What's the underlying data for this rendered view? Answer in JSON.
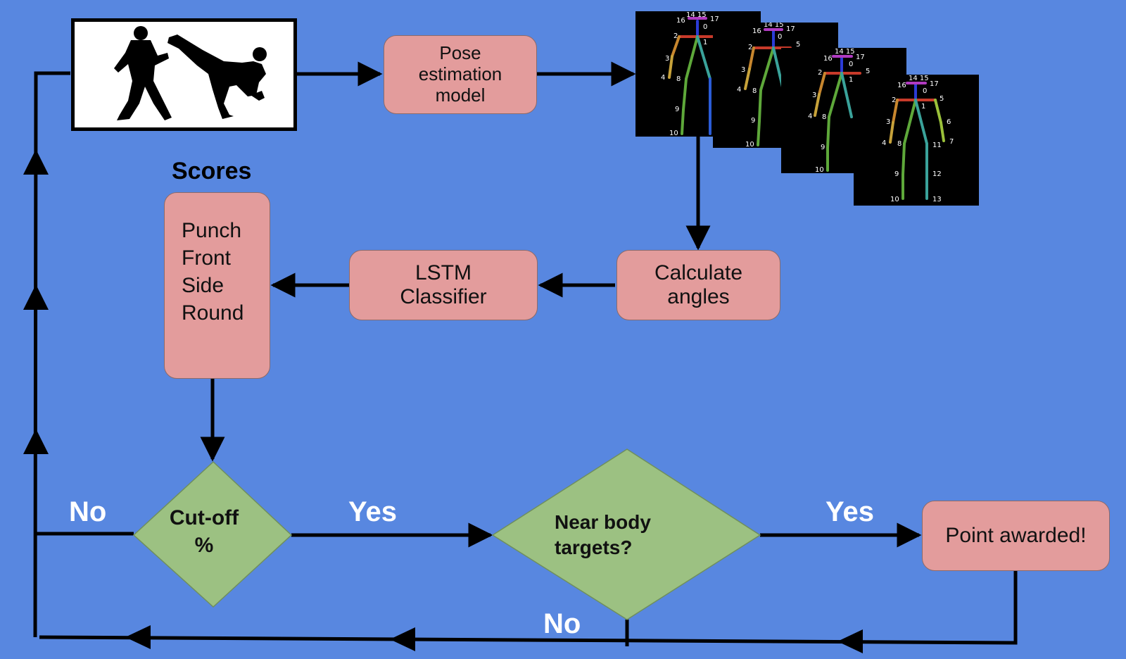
{
  "nodes": {
    "pose": "Pose\nestimation\nmodel",
    "calc": "Calculate\nangles",
    "lstm": "LSTM\nClassifier",
    "scores_heading": "Scores",
    "scores_list": "Punch\nFront\nSide\nRound",
    "point": "Point awarded!"
  },
  "decisions": {
    "cutoff": "Cut-off\n%",
    "near": "Near body\ntargets?"
  },
  "edge_labels": {
    "no_left": "No",
    "yes_1": "Yes",
    "yes_2": "Yes",
    "no_bottom": "No"
  },
  "skeleton_keypoints": [
    "0",
    "1",
    "2",
    "3",
    "4",
    "5",
    "6",
    "7",
    "8",
    "9",
    "10",
    "11",
    "12",
    "13",
    "14",
    "15",
    "16",
    "17"
  ],
  "colors": {
    "background": "#5887e0",
    "process_box": "#e39c9c",
    "decision": "#9cc182",
    "label_text": "#ffffff"
  },
  "icons": [
    "karate-fighters-silhouette",
    "pose-skeleton-frames"
  ]
}
